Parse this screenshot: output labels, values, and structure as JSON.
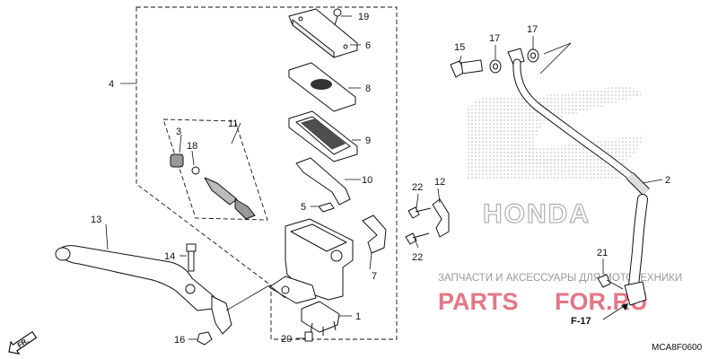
{
  "diagram": {
    "callouts": {
      "c1": "1",
      "c2": "2",
      "c3": "3",
      "c4": "4",
      "c5": "5",
      "c6": "6",
      "c7": "7",
      "c8": "8",
      "c9": "9",
      "c10": "10",
      "c11": "11",
      "c12": "12",
      "c13": "13",
      "c14": "14",
      "c15": "15",
      "c16": "16",
      "c17a": "17",
      "c17b": "17",
      "c18": "18",
      "c19": "19",
      "c20": "20",
      "c21": "21",
      "c22a": "22",
      "c22b": "22"
    },
    "ref_label": "F-17",
    "direction_label": "FR.",
    "diagram_code": "MCA8F0600"
  },
  "watermark": {
    "brand": "HONDA",
    "shop_tagline": "ЗАПЧАСТИ И АКСЕССУАРЫ ДЛЯ МОТОТЕХНИКИ",
    "shop_name_left": "PARTS",
    "shop_name_right": "FOR.RU",
    "colors": {
      "red": "#d9263a",
      "gray": "#b8b8b8",
      "ink": "#111111"
    }
  }
}
